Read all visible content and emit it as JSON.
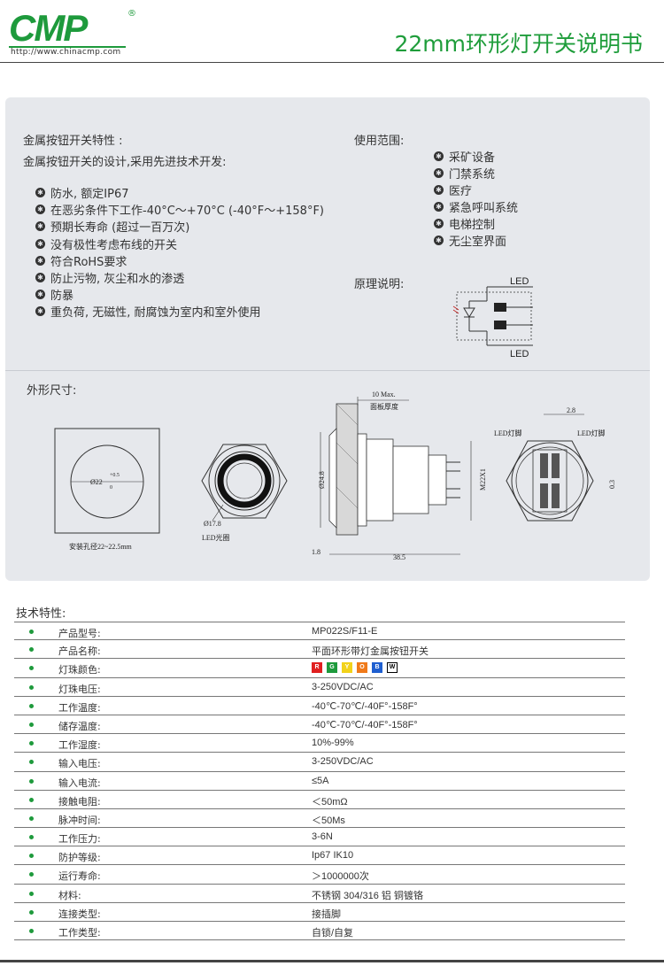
{
  "header": {
    "logo_text": "CMP",
    "logo_reg": "®",
    "logo_url": "http://www.chinacmp.com",
    "title": "22mm环形灯开关说明书"
  },
  "features": {
    "heading": "金属按钮开关特性 :",
    "intro": "金属按钮开关的设计,采用先进技术开发:",
    "items": [
      "防水, 额定IP67",
      "在恶劣条件下工作-40°C～+70°C (-40°F～+158°F)",
      "预期长寿命 (超过一百万次)",
      "没有极性考虑布线的开关",
      "符合RoHS要求",
      "防止污物, 灰尘和水的渗透",
      "防暴",
      "重负荷, 无磁性, 耐腐蚀为室内和室外使用"
    ]
  },
  "applications": {
    "heading": "使用范围:",
    "items": [
      "采矿设备",
      "门禁系统",
      "医疗",
      "紧急呼叫系统",
      "电梯控制",
      "无尘室界面"
    ]
  },
  "principle": {
    "heading": "原理说明:",
    "led_top": "LED",
    "led_bottom": "LED"
  },
  "dimensions": {
    "heading": "外形尺寸:",
    "cutout_dia": "Ø22",
    "cutout_tol": "+0.5\n0",
    "cutout_caption": "安装孔径22~22.5mm",
    "ring_dia": "Ø17.8",
    "ring_caption": "LED光圈",
    "panel_max": "10 Max.",
    "panel_caption": "面板厚度",
    "body_dia": "Ø24.8",
    "thread": "M22X1",
    "dim_head": "1.8",
    "dim_length": "38.5",
    "dim_pin": "2.8",
    "dim_pin2": "0.3",
    "led_pin_left": "LED灯脚",
    "led_pin_right": "LED灯脚"
  },
  "specs": {
    "title": "技术特性:",
    "rows": [
      {
        "label": "产品型号:",
        "value": "MP022S/F11-E"
      },
      {
        "label": "产品名称:",
        "value": "平面环形带灯金属按钮开关"
      },
      {
        "label": "灯珠颜色:",
        "value": ""
      },
      {
        "label": "灯珠电压:",
        "value": "3-250VDC/AC"
      },
      {
        "label": "工作温度:",
        "value": "-40℃-70℃/-40F°-158F°"
      },
      {
        "label": "储存温度:",
        "value": "-40℃-70℃/-40F°-158F°"
      },
      {
        "label": "工作湿度:",
        "value": "10%-99%"
      },
      {
        "label": "输入电压:",
        "value": "3-250VDC/AC"
      },
      {
        "label": "输入电流:",
        "value": "≤5A"
      },
      {
        "label": "接触电阻:",
        "value": "＜50mΩ"
      },
      {
        "label": "脉冲时间:",
        "value": "＜50Ms"
      },
      {
        "label": "工作压力:",
        "value": "3-6N"
      },
      {
        "label": "防护等级:",
        "value": "Ip67 IK10"
      },
      {
        "label": "运行寿命:",
        "value": "＞1000000次"
      },
      {
        "label": "材料:",
        "value": "不锈钢 304/316  铝  铜镀铬"
      },
      {
        "label": "连接类型:",
        "value": "接插脚"
      },
      {
        "label": "工作类型:",
        "value": "自锁/自复"
      }
    ],
    "led_colors": [
      {
        "letter": "R",
        "color": "#e02020"
      },
      {
        "letter": "G",
        "color": "#1e9a3c"
      },
      {
        "letter": "Y",
        "color": "#f2d21b"
      },
      {
        "letter": "O",
        "color": "#f07a1a"
      },
      {
        "letter": "B",
        "color": "#1f5fd0"
      },
      {
        "letter": "W",
        "color": "#ffffff"
      }
    ]
  },
  "colors": {
    "brand": "#1e9a3c",
    "panel": "#e6e8ec"
  }
}
